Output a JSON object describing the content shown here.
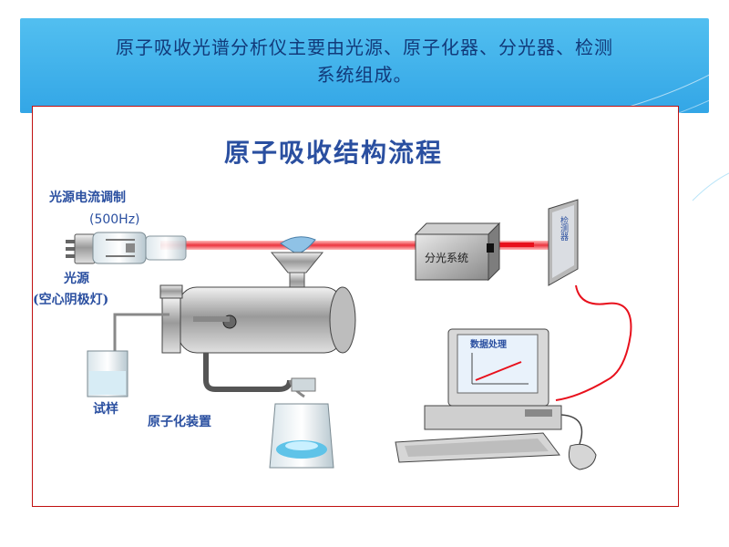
{
  "slide": {
    "header_line1": "原子吸收光谱分析仪主要由光源、原子化器、分光器、检测",
    "header_line2": "系统组成。"
  },
  "diagram": {
    "title": "原子吸收结构流程",
    "labels": {
      "lamp_current": "光源电流调制",
      "frequency": "(500Hz)",
      "light_source": "光源",
      "lamp_type": "(空心阴极灯)",
      "sample": "试样",
      "atomizer": "原子化装置",
      "monochromator": "分光系统",
      "detector": "检测器",
      "data_processing": "数据处理"
    }
  },
  "colors": {
    "header_bg": "#3fb2ea",
    "header_text": "#123a7a",
    "title_text": "#2a4fa0",
    "beam": "#e8101c",
    "frame_border": "#c01010"
  }
}
